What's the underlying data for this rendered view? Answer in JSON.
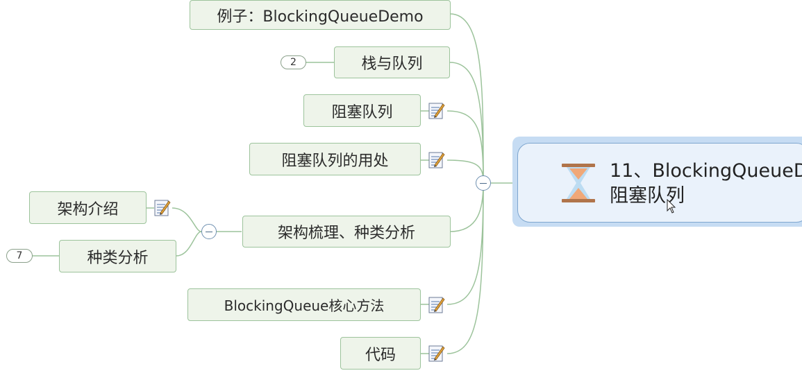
{
  "central_topic": {
    "line1": "11、BlockingQueueD",
    "line2": "阻塞队列",
    "icon": "hourglass-icon"
  },
  "topics": [
    {
      "label": "例子：BlockingQueueDemo",
      "note": false
    },
    {
      "label": "栈与队列",
      "note": false,
      "count": "2"
    },
    {
      "label": "阻塞队列",
      "note": true
    },
    {
      "label": "阻塞队列的用处",
      "note": true
    },
    {
      "label": "架构梳理、种类分析",
      "note": false,
      "children": [
        {
          "label": "架构介绍",
          "note": true
        },
        {
          "label": "种类分析",
          "note": false,
          "count": "7"
        }
      ]
    },
    {
      "label": "BlockingQueue核心方法",
      "note": true
    },
    {
      "label": "代码",
      "note": true
    }
  ],
  "colors": {
    "branch_line": "#9cc39b",
    "topic_fill": "#eef4ea",
    "central_fill": "#eaf2fb",
    "central_border": "#7ea6cf"
  }
}
